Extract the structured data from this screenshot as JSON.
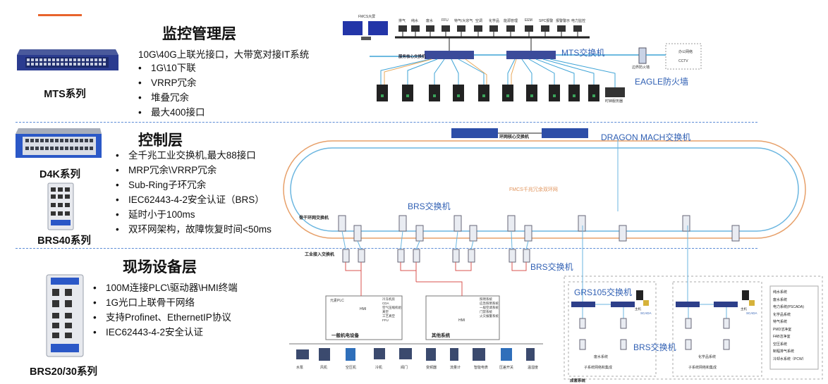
{
  "layers": {
    "monitoring": {
      "title": "监控管理层",
      "summary": "10G\\40G上联光接口，大带宽对接IT系统",
      "bullets": [
        "1G\\10下联",
        "VRRP冗余",
        "堆叠冗余",
        "最大400接口"
      ],
      "product": "MTS系列"
    },
    "control": {
      "title": "控制层",
      "bullets": [
        "全千兆工业交换机,最大88接口",
        "MRP冗余\\VRRP冗余",
        "Sub-Ring子环冗余",
        "IEC62443-4-2安全认证（BRS）",
        "延时小于100ms",
        "双环网架构，故障恢复时间<50ms"
      ],
      "products": [
        "D4K系列",
        "BRS40系列"
      ]
    },
    "field": {
      "title": "现场设备层",
      "bullets": [
        "100M连接PLC\\驱动器\\HMI终端",
        "1G光口上联骨干网络",
        "支持Profinet、EthernetIP协议",
        "IEC62443-4-2安全认证"
      ],
      "product": "BRS20/30系列"
    }
  },
  "diagram": {
    "mts_switch": "MTS交换机",
    "eagle_firewall": "EAGLE防火墙",
    "dragon_switch": "DRAGON MACH交换机",
    "brs_switch_1": "BRS交换机",
    "brs_switch_2": "BRS交换机",
    "brs_switch_3": "BRS交换机",
    "grs_switch": "GRS105交换机",
    "ring_label": "FMCS千兆冗余双环网",
    "ring_core_label": "环网核心交换机",
    "backbone_label": "骨干环网交换机",
    "access_label": "工业接入交换机",
    "core_switch_label": "服务核心交换机",
    "fmcs_label": "FMCS大屏",
    "top_systems": [
      "排气",
      "纯水",
      "废水",
      "FFU",
      "特气/大宗气",
      "空调",
      "化学品",
      "能源管理",
      "EEM",
      "SPC报警",
      "报警警示",
      "电力监控"
    ],
    "office_items": [
      "办公网络",
      "CCTV"
    ],
    "firewall_sub": "边界防火墙",
    "server_label": "时钟服务器",
    "general_equipment": "一般机电设备",
    "other_systems": "其他系统",
    "cabinet_left_items": [
      "冷冻机房",
      "CDA",
      "空气压缩机组",
      "真空",
      "工艺真空",
      "FFU"
    ],
    "cabinet_right_items": [
      "照明系统",
      "应急照明系统",
      "一般空调系统",
      "门禁系统",
      "火灾报警系统"
    ],
    "plc_label": "元素PLC",
    "hmi_label": "HMI",
    "field_devices": [
      "水泵",
      "风机",
      "空压机",
      "冷机",
      "阀门",
      "变频器",
      "流量计",
      "智能电表",
      "压差开关",
      "温湿度"
    ],
    "wastewater_subsystem": "废水系统",
    "chemical_subsystem": "化学品系统",
    "subsystem_integration": "子系统网络和集成",
    "complete_systems": "成套系统",
    "host_label": "主机",
    "scada_label": "SCADA",
    "system_list": [
      "纯水系统",
      "废水系统",
      "电力系统(PSCADA)",
      "化学品系统",
      "特气系统",
      "PMD洁净室",
      "FAB洁净室",
      "空压系统",
      "制程排气系统",
      "冷却水系统（PCW）"
    ]
  }
}
